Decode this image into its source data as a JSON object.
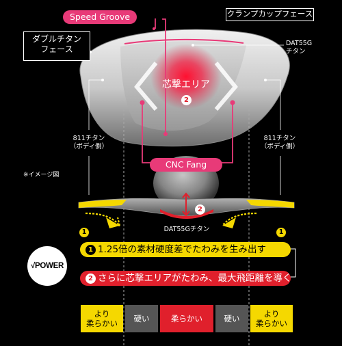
{
  "labels": {
    "speed_groove": "Speed Groove",
    "clamp_cup_face": "クランプカップフェース",
    "double_titanium_face": "ダブルチタン\nフェース",
    "dat55g_titanium_top": "DAT55G\nチタン",
    "sweet_area": "芯撃エリア",
    "sweet_area_num": "2",
    "ti811_left": "811チタン\n（ボディ側）",
    "ti811_right": "811チタン\n（ボディ側）",
    "image_note": "※イメージ図",
    "cnc_fang": "CNC Fang",
    "cross_section_num": "2",
    "dat55g_titanium_bottom": "DAT55Gチタン",
    "arrow_left_num": "1",
    "arrow_right_num": "1"
  },
  "power": {
    "logo_text": "√POWER",
    "banner1_num": "1",
    "banner1_text": "1.25倍の素材硬度差でたわみを生み出す",
    "banner2_num": "2",
    "banner2_text": "さらに芯撃エリアがたわみ、最大飛距離を導く"
  },
  "zones": [
    {
      "label": "より\n柔らかい",
      "bg": "#f5d800",
      "fg": "#000"
    },
    {
      "label": "硬い",
      "bg": "#555555",
      "fg": "#fff"
    },
    {
      "label": "柔らかい",
      "bg": "#e0202c",
      "fg": "#fff"
    },
    {
      "label": "硬い",
      "bg": "#555555",
      "fg": "#fff"
    },
    {
      "label": "より\n柔らかい",
      "bg": "#f5d800",
      "fg": "#000"
    }
  ],
  "colors": {
    "accent_pink": "#e83a78",
    "accent_yellow": "#f5d800",
    "accent_red": "#e0202c"
  }
}
